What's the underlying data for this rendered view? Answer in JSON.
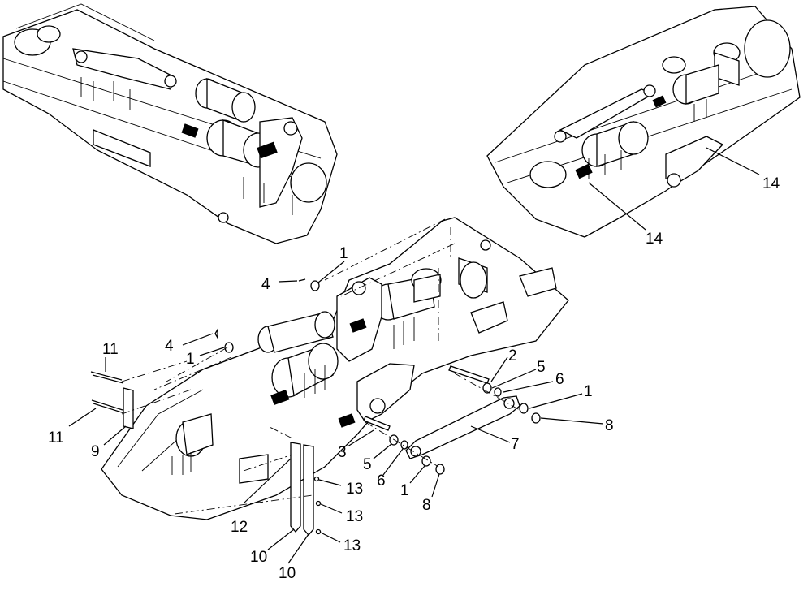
{
  "callouts": [
    {
      "id": "c1a",
      "text": "1"
    },
    {
      "id": "c4a",
      "text": "4"
    },
    {
      "id": "c4b",
      "text": "4"
    },
    {
      "id": "c1b",
      "text": "1"
    },
    {
      "id": "c11a",
      "text": "11"
    },
    {
      "id": "c11b",
      "text": "11"
    },
    {
      "id": "c9",
      "text": "9"
    },
    {
      "id": "c2",
      "text": "2"
    },
    {
      "id": "c5a",
      "text": "5"
    },
    {
      "id": "c6a",
      "text": "6"
    },
    {
      "id": "c1c",
      "text": "1"
    },
    {
      "id": "c8a",
      "text": "8"
    },
    {
      "id": "c7",
      "text": "7"
    },
    {
      "id": "c3",
      "text": "3"
    },
    {
      "id": "c5b",
      "text": "5"
    },
    {
      "id": "c6b",
      "text": "6"
    },
    {
      "id": "c1d",
      "text": "1"
    },
    {
      "id": "c8b",
      "text": "8"
    },
    {
      "id": "c12",
      "text": "12"
    },
    {
      "id": "c13a",
      "text": "13"
    },
    {
      "id": "c13b",
      "text": "13"
    },
    {
      "id": "c13c",
      "text": "13"
    },
    {
      "id": "c10a",
      "text": "10"
    },
    {
      "id": "c10b",
      "text": "10"
    },
    {
      "id": "c14a",
      "text": "14"
    },
    {
      "id": "c14b",
      "text": "14"
    }
  ]
}
